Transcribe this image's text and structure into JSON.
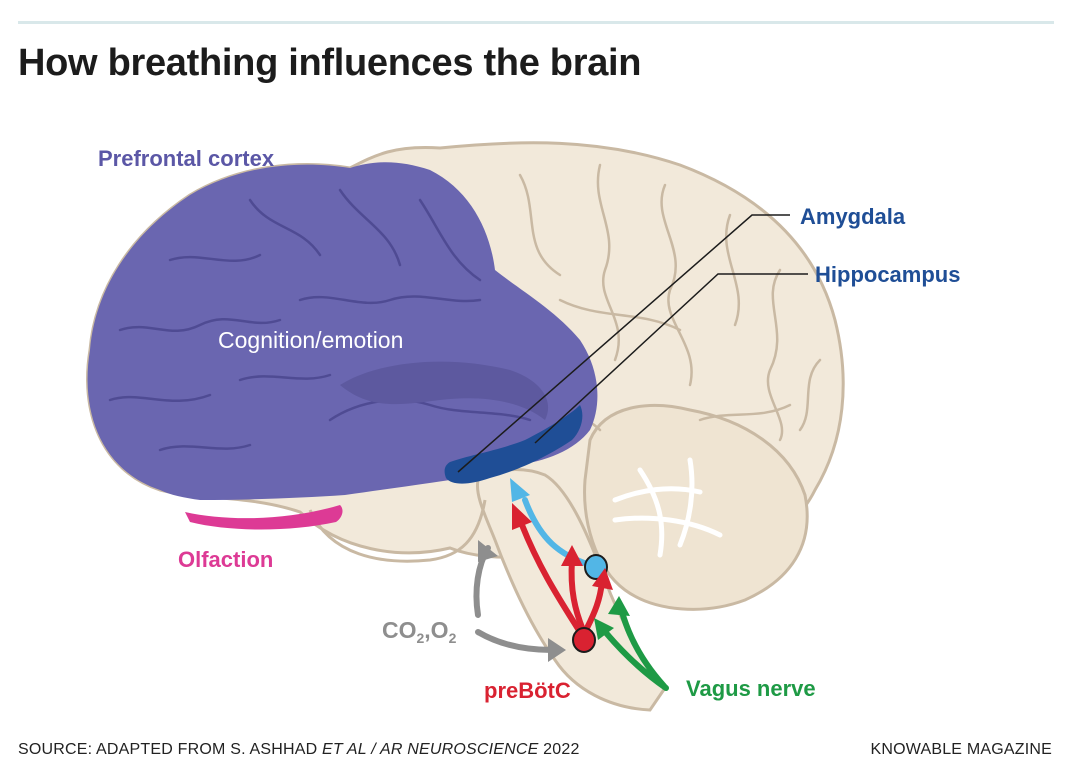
{
  "title": "How breathing influences the brain",
  "labels": {
    "prefrontal_cortex": "Prefrontal cortex",
    "cognition_emotion": "Cognition/emotion",
    "amygdala": "Amygdala",
    "hippocampus": "Hippocampus",
    "olfaction": "Olfaction",
    "gas_co": "CO",
    "gas_sub1": "2",
    "gas_comma": ",O",
    "gas_sub2": "2",
    "prebotc": "preBötC",
    "vagus_nerve": "Vagus nerve"
  },
  "footer": {
    "source_prefix": "SOURCE: ADAPTED FROM S. ASHHAD ",
    "source_italic": "ET AL / AR NEUROSCIENCE",
    "source_year": " 2022",
    "publisher": "KNOWABLE MAGAZINE"
  },
  "colors": {
    "prefrontal": "#6a66b0",
    "label_prefrontal": "#5b57a6",
    "amygdala_hippocampus": "#1f4e96",
    "olfaction": "#dd3a95",
    "brain_fill": "#f2e9da",
    "brain_outline": "#c9b9a3",
    "prebotc": "#d92231",
    "vagus": "#1e9a45",
    "blue_pathway": "#52b6e6",
    "gas_arrow": "#8e8e8e"
  }
}
